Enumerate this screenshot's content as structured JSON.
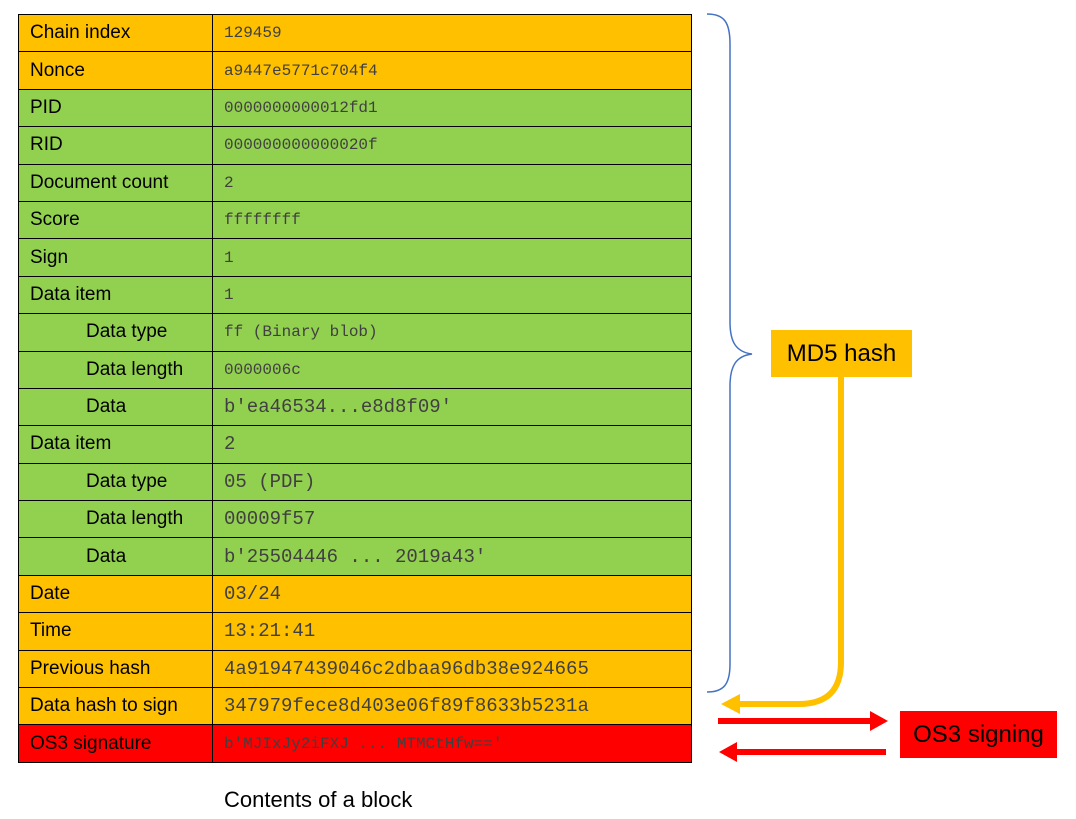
{
  "colors": {
    "orange": "#ffc000",
    "green": "#92d050",
    "red": "#ff0000",
    "brace": "#4472c4"
  },
  "rows": [
    {
      "label": "Chain index",
      "value": "129459",
      "color": "orange",
      "indent": false,
      "size": "sm"
    },
    {
      "label": "Nonce",
      "value": "a9447e5771c704f4",
      "color": "orange",
      "indent": false,
      "size": "sm"
    },
    {
      "label": "PID",
      "value": "0000000000012fd1",
      "color": "green",
      "indent": false,
      "size": "sm"
    },
    {
      "label": "RID",
      "value": "000000000000020f",
      "color": "green",
      "indent": false,
      "size": "sm"
    },
    {
      "label": "Document count",
      "value": "2",
      "color": "green",
      "indent": false,
      "size": "sm"
    },
    {
      "label": "Score",
      "value": "ffffffff",
      "color": "green",
      "indent": false,
      "size": "sm"
    },
    {
      "label": "Sign",
      "value": "1",
      "color": "green",
      "indent": false,
      "size": "sm"
    },
    {
      "label": "Data item",
      "value": "1",
      "color": "green",
      "indent": false,
      "size": "sm"
    },
    {
      "label": "Data type",
      "value": "ff (Binary blob)",
      "color": "green",
      "indent": true,
      "size": "sm"
    },
    {
      "label": "Data length",
      "value": "0000006c",
      "color": "green",
      "indent": true,
      "size": "sm"
    },
    {
      "label": "Data",
      "value": "b'ea46534...e8d8f09'",
      "color": "green",
      "indent": true,
      "size": "lg"
    },
    {
      "label": "Data item",
      "value": "2",
      "color": "green",
      "indent": false,
      "size": "lg"
    },
    {
      "label": "Data type",
      "value": "05 (PDF)",
      "color": "green",
      "indent": true,
      "size": "lg"
    },
    {
      "label": "Data length",
      "value": "00009f57",
      "color": "green",
      "indent": true,
      "size": "lg"
    },
    {
      "label": "Data",
      "value": "b'25504446 ... 2019a43'",
      "color": "green",
      "indent": true,
      "size": "lg"
    },
    {
      "label": "Date",
      "value": "03/24",
      "color": "orange",
      "indent": false,
      "size": "lg"
    },
    {
      "label": "Time",
      "value": "13:21:41",
      "color": "orange",
      "indent": false,
      "size": "lg"
    },
    {
      "label": "Previous hash",
      "value": "4a91947439046c2dbaa96db38e924665",
      "color": "orange",
      "indent": false,
      "size": "lg"
    },
    {
      "label": "Data hash to sign",
      "value": "347979fece8d403e06f89f8633b5231a",
      "color": "orange",
      "indent": false,
      "size": "lg"
    },
    {
      "label": "OS3 signature",
      "value": "b'MJIxJy2iFXJ ... MTMCtHfw=='",
      "color": "red",
      "indent": false,
      "size": "sm"
    }
  ],
  "md5_label": "MD5 hash",
  "os3_label": "OS3 signing",
  "caption": "Contents of a block"
}
